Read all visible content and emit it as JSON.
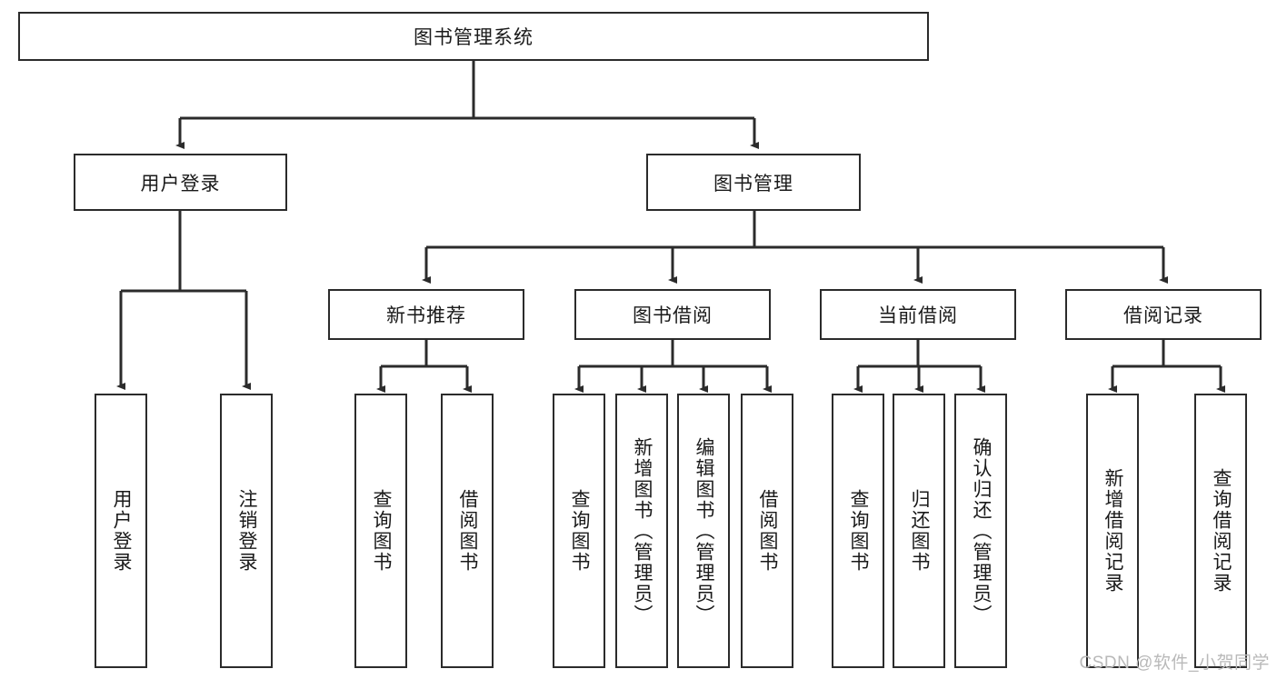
{
  "diagram": {
    "title": "图书管理系统",
    "watermark": "CSDN @软件_小贺同学",
    "colors": {
      "stroke": "#2b2b2b",
      "fill": "#ffffff",
      "text": "#1a1a1a",
      "watermark": "#b9b9b9"
    },
    "nodes": {
      "root": "图书管理系统",
      "user_login": "用户登录",
      "book_manage": "图书管理",
      "user_login_children": [
        "用户登录",
        "注销登录"
      ],
      "level2": [
        "新书推荐",
        "图书借阅",
        "当前借阅",
        "借阅记录"
      ],
      "new_book_children": [
        "查询图书",
        "借阅图书"
      ],
      "borrow_children": [
        "查询图书",
        "新增图书（管理员）",
        "编辑图书（管理员）",
        "借阅图书"
      ],
      "current_children": [
        "查询图书",
        "归还图书",
        "确认归还（管理员）"
      ],
      "record_children": [
        "新增借阅记录",
        "查询借阅记录"
      ]
    }
  }
}
